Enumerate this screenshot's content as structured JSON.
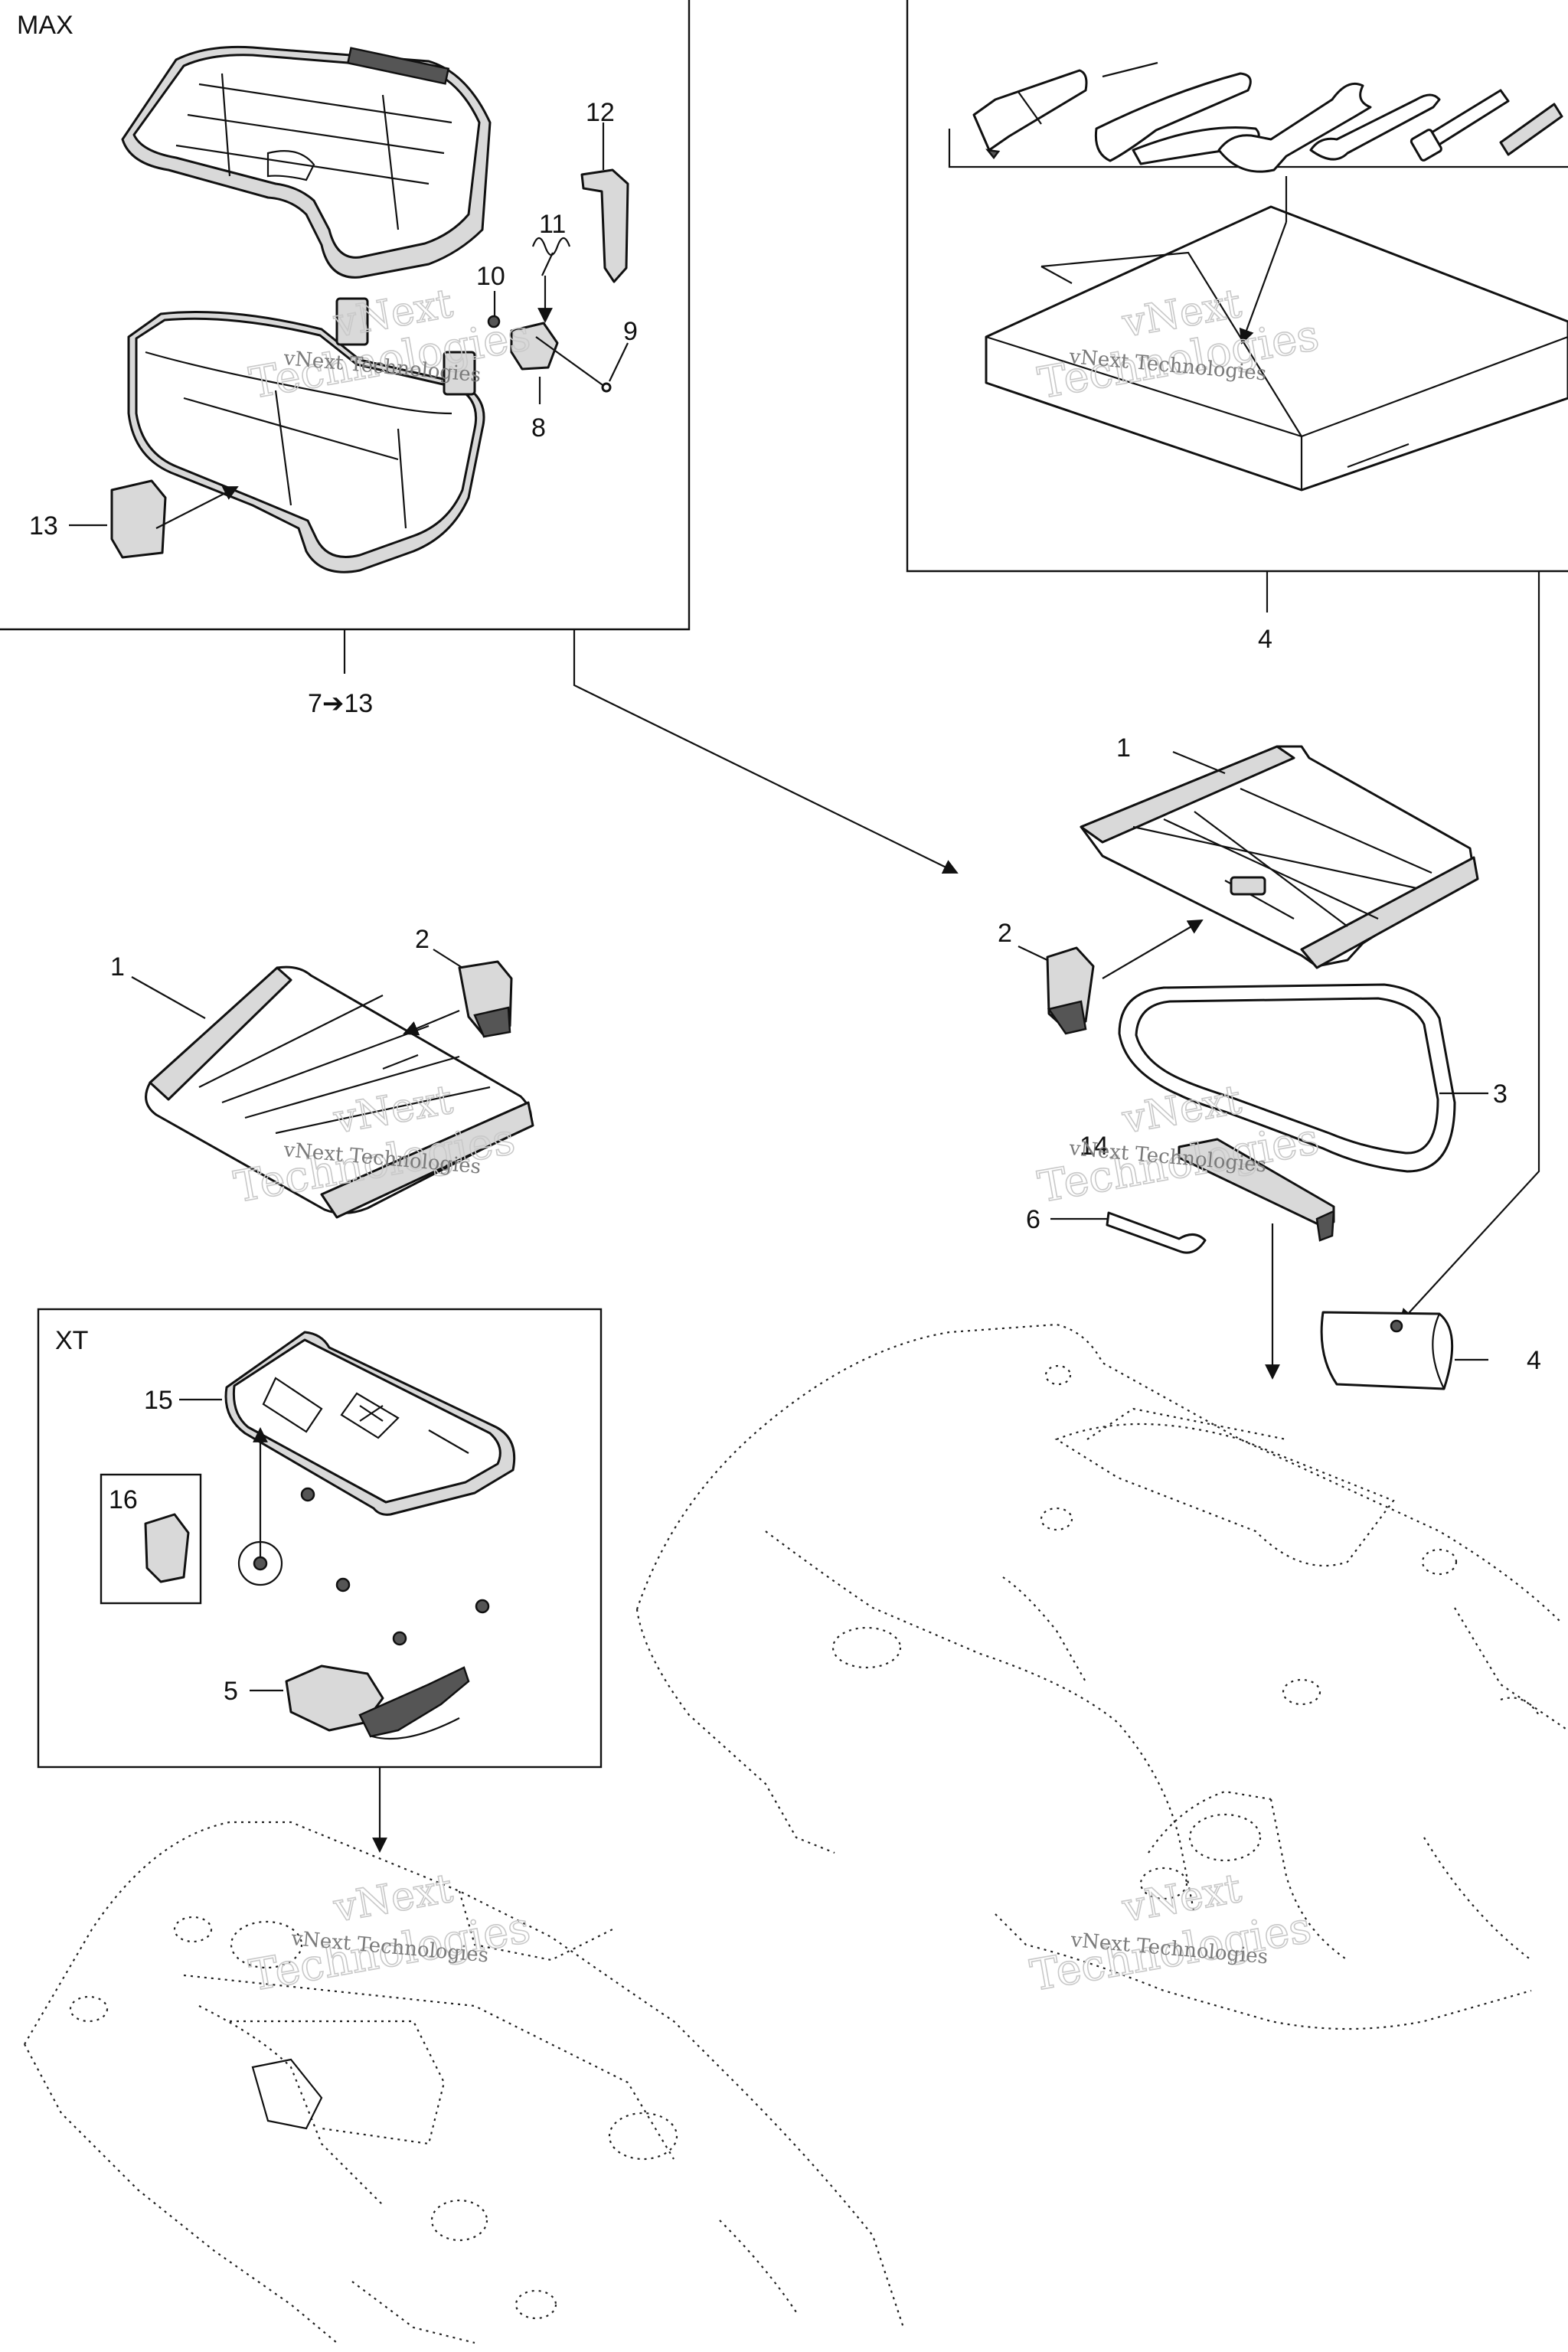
{
  "sections": {
    "max": "MAX",
    "xt": "XT"
  },
  "watermark": {
    "line1": "vNext",
    "line2": "Technologies",
    "full": "vNext Technologies"
  },
  "callouts": {
    "c1_left": "1",
    "c2_left": "2",
    "c1_right": "1",
    "c2_right": "2",
    "c3": "3",
    "c4_box": "4",
    "c4_item": "4",
    "c5": "5",
    "c6": "6",
    "c7_13": "7➔13",
    "c8": "8",
    "c9": "9",
    "c10": "10",
    "c11": "11",
    "c12": "12",
    "c13": "13",
    "c14": "14",
    "c15": "15",
    "c16": "16"
  },
  "colors": {
    "line": "#111111",
    "part_fill": "#ffffff",
    "part_shade": "#d9d9d9",
    "watermark": "#7a7a7a"
  }
}
